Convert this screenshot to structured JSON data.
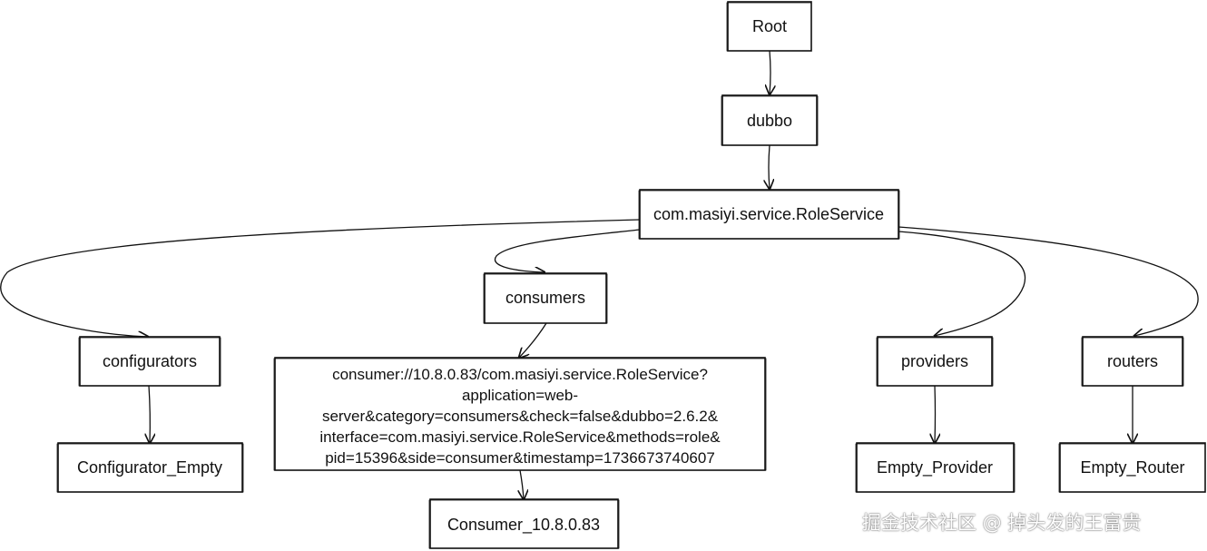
{
  "nodes": {
    "root": "Root",
    "dubbo": "dubbo",
    "service": "com.masiyi.service.RoleService",
    "configurators": "configurators",
    "consumers": "consumers",
    "providers": "providers",
    "routers": "routers",
    "consumer_url_lines": [
      "consumer://10.8.0.83/com.masiyi.service.RoleService?",
      "application=web-",
      "server&category=consumers&check=false&dubbo=2.6.2&",
      "interface=com.masiyi.service.RoleService&methods=role&",
      "pid=15396&side=consumer&timestamp=1736673740607"
    ],
    "configurator_empty": "Configurator_Empty",
    "consumer_ip": "Consumer_10.8.0.83",
    "empty_provider": "Empty_Provider",
    "empty_router": "Empty_Router"
  },
  "watermark": "掘金技术社区 @ 掉头发的王富贵"
}
